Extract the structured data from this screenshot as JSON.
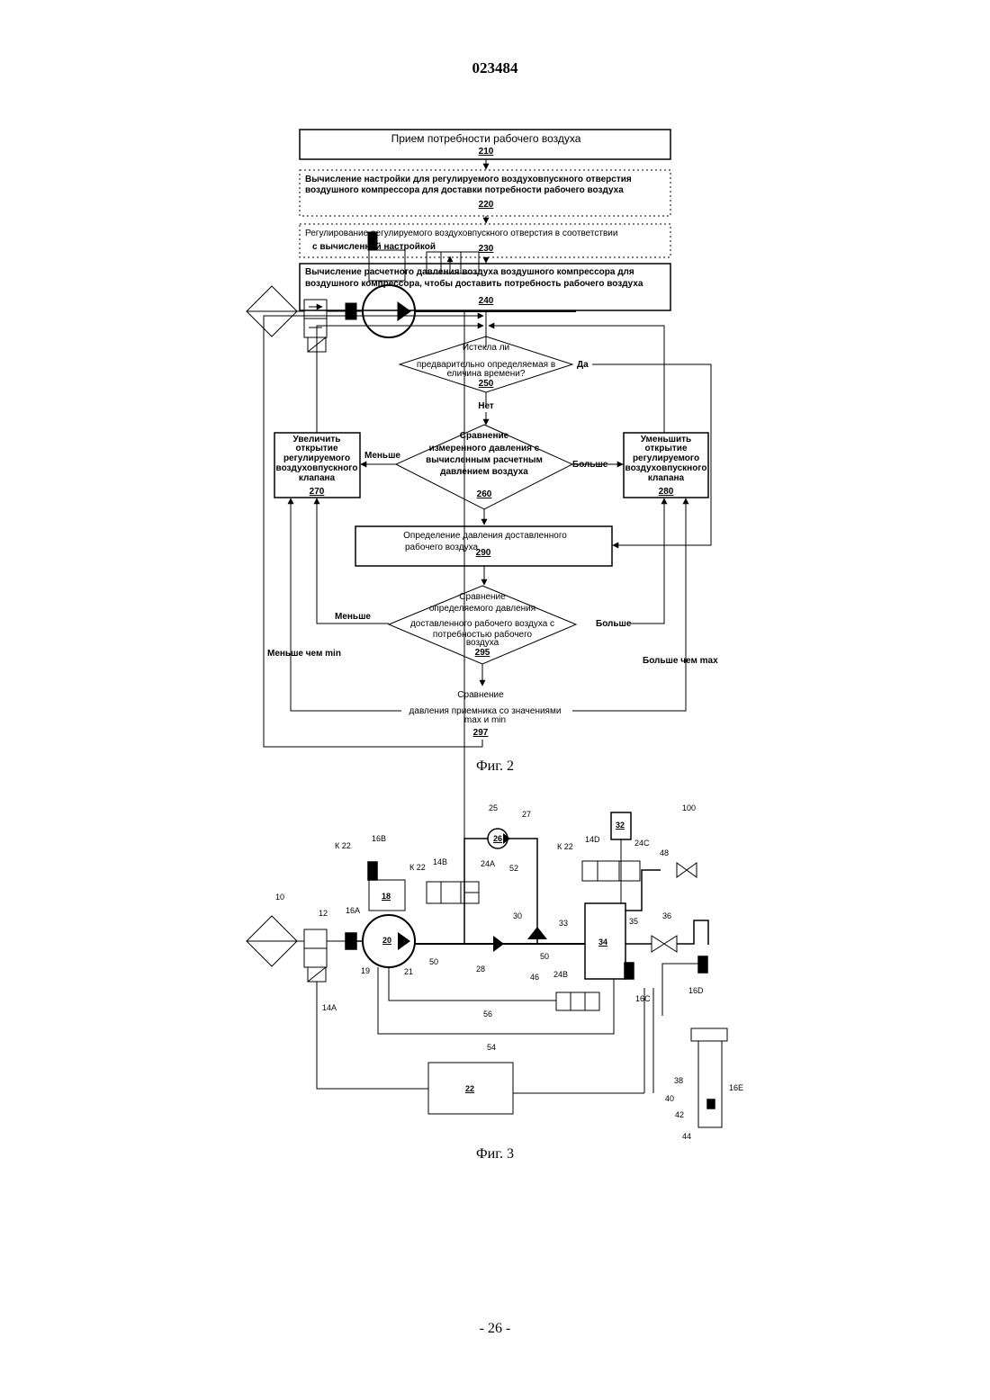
{
  "header": {
    "doc_number": "023484"
  },
  "fig2": {
    "caption": "Фиг. 2",
    "b210": {
      "text": "Прием потребности рабочего воздуха",
      "num": "210"
    },
    "b220": {
      "line1": "Вычисление настройки для регулируемого  воздуховпускного отверстия",
      "line2": "воздушного компрессора для доставки потребности рабочего воздуха",
      "num": "220"
    },
    "b230": {
      "line1": "Регулирование регулируемого воздуховпускного  отверстия в соответствии",
      "line2": "с вычисленной настройкой",
      "num": "230"
    },
    "b240": {
      "line1": "Вычисление расчетного давления воздуха воздушного компрессора для",
      "line2": "воздушного компрессора, чтобы доставить потребность рабочего воздуха",
      "num": "240"
    },
    "d250": {
      "line1": "Истекла ли",
      "line2": "предварительно определяемая в",
      "line3": "еличина времени?",
      "num": "250",
      "yes": "Да",
      "no": "Нет"
    },
    "d260": {
      "line1": "Сравнение",
      "line2": "измеренного давления с",
      "line3": "вычисленным расчетным",
      "line4": "давлением воздуха",
      "num": "260",
      "less": "Меньше",
      "more": "Больше"
    },
    "b270": {
      "line1": "Увеличить",
      "line2": "открытие",
      "line3": "регулируемого",
      "line4": "воздуховпускного",
      "line5": "клапана",
      "num": "270"
    },
    "b280": {
      "line1": "Уменьшить",
      "line2": "открытие",
      "line3": "регулируемого",
      "line4": "воздуховпускного",
      "line5": "клапана",
      "num": "280"
    },
    "b290": {
      "line1": "Определение давления доставленного",
      "line2": "рабочего воздуха",
      "num": "290"
    },
    "d295": {
      "line1": "Сравнение",
      "line2": "определяемого давления",
      "line3": "доставленного  рабочего воздуха с",
      "line4": "потребностью рабочего",
      "line5": "воздуха",
      "num": "295",
      "less": "Меньше",
      "more": "Больше"
    },
    "b297": {
      "line1": "Сравнение",
      "line2": "давления приемника со значениями",
      "line3": "max и min",
      "num": "297",
      "less_min": "Меньше чем min",
      "more_max": "Больше чем max"
    }
  },
  "fig3": {
    "caption": "Фиг. 3",
    "labels": {
      "l10": "10",
      "l12": "12",
      "l14A": "14A",
      "l16A": "16A",
      "l16B": "16B",
      "l18": "18",
      "l14B": "14B",
      "l24A": "24A",
      "k22a": "К 22",
      "k22b": "К 22",
      "k22c": "К 22",
      "l25": "25",
      "l26": "26",
      "l27": "27",
      "l52": "52",
      "l30": "30",
      "l32": "32",
      "l100": "100",
      "l14D": "14D",
      "l24C": "24C",
      "l48": "48",
      "l36": "36",
      "l35": "35",
      "l33": "33",
      "l34": "34",
      "l20": "20",
      "l19": "19",
      "l21": "21",
      "l50a": "50",
      "l28": "28",
      "l50b": "50",
      "l46": "46",
      "l24B": "24B",
      "l16C": "16C",
      "l16D": "16D",
      "l56": "56",
      "l54": "54",
      "l22": "22",
      "l38": "38",
      "l40": "40",
      "l42": "42",
      "l44": "44",
      "l16E": "16E"
    }
  },
  "footer": {
    "page": "- 26 -"
  }
}
